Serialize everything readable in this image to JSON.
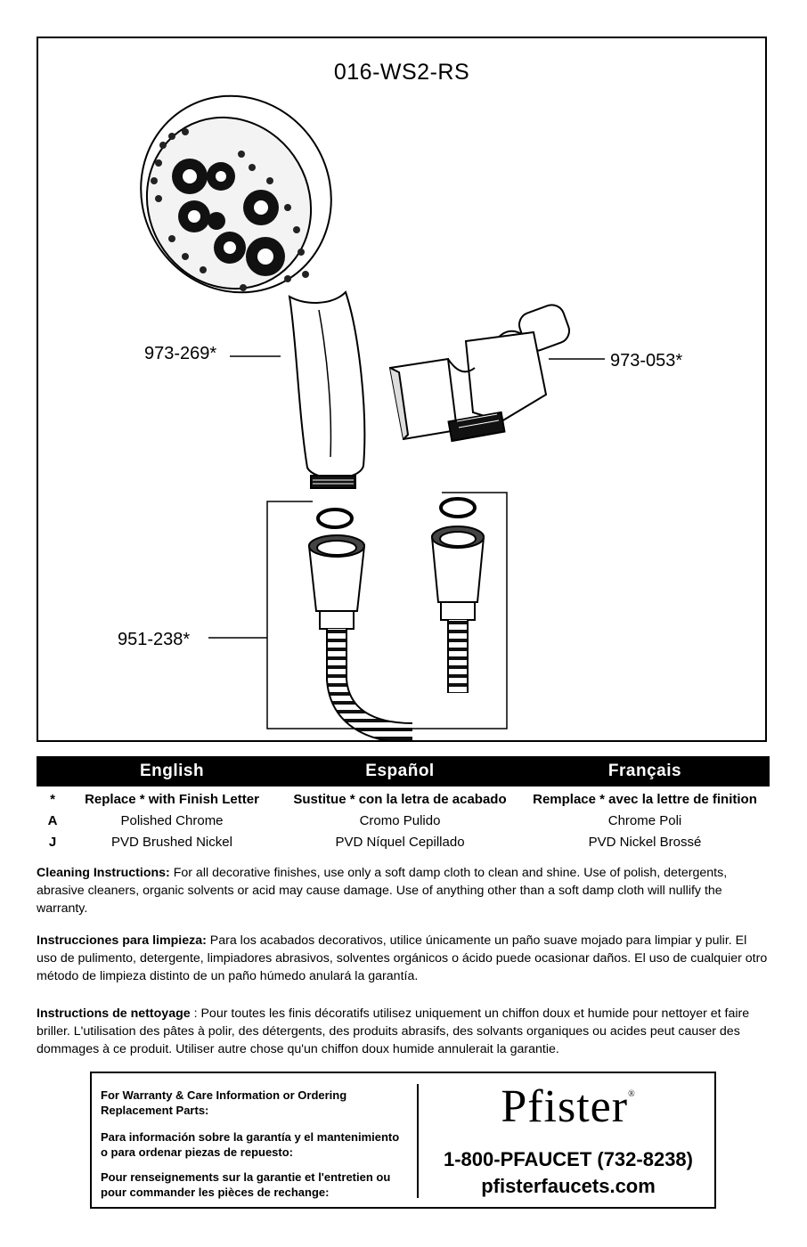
{
  "diagram": {
    "model": "016-WS2-RS",
    "labels": {
      "handshower": "973-269*",
      "holder": "973-053*",
      "hose": "951-238*"
    }
  },
  "finishes": {
    "headers": [
      "English",
      "Español",
      "Français"
    ],
    "rows": [
      {
        "key": "*",
        "en": "Replace * with Finish Letter",
        "es": "Sustitue * con la letra de acabado",
        "fr": "Remplace * avec la lettre de finition"
      },
      {
        "key": "A",
        "en": "Polished Chrome",
        "es": "Cromo Pulido",
        "fr": "Chrome Poli"
      },
      {
        "key": "J",
        "en": "PVD Brushed Nickel",
        "es": "PVD Níquel Cepillado",
        "fr": "PVD Nickel Brossé"
      }
    ]
  },
  "cleaning": {
    "en_title": "Cleaning Instructions:",
    "en_text": " For all decorative finishes, use only a soft damp cloth to clean and shine. Use of polish, detergents, abrasive cleaners, organic solvents or acid may cause damage. Use of anything other than a soft damp cloth will nullify the warranty.",
    "es_title": "Instrucciones para limpieza:",
    "es_text": "  Para los acabados decorativos, utilice únicamente un paño suave mojado para limpiar y pulir. El uso de pulimento, detergente, limpiadores abrasivos, solventes orgánicos o ácido puede ocasionar daños. El uso de cualquier otro método de limpieza distinto de un paño húmedo anulará la garantía.",
    "fr_title": "Instructions de nettoyage",
    "fr_text": "  : Pour toutes les finis décoratifs utilisez uniquement un chiffon doux et humide pour nettoyer et faire briller. L'utilisation des pâtes à polir, des détergents, des produits abrasifs, des solvants organiques ou acides peut causer des dommages à ce produit. Utiliser autre chose qu'un chiffon doux humide annulerait la garantie."
  },
  "contact": {
    "en": "For Warranty & Care Information or Ordering Replacement Parts:",
    "es": "Para información sobre la garantía y el mantenimiento o para ordenar piezas de repuesto:",
    "fr": "Pour renseignements sur la garantie et l'entretien ou pour commander les pièces de rechange:",
    "brand": "Pfister",
    "phone": "1-800-PFAUCET (732-8238)",
    "website": "pfisterfaucets.com"
  }
}
